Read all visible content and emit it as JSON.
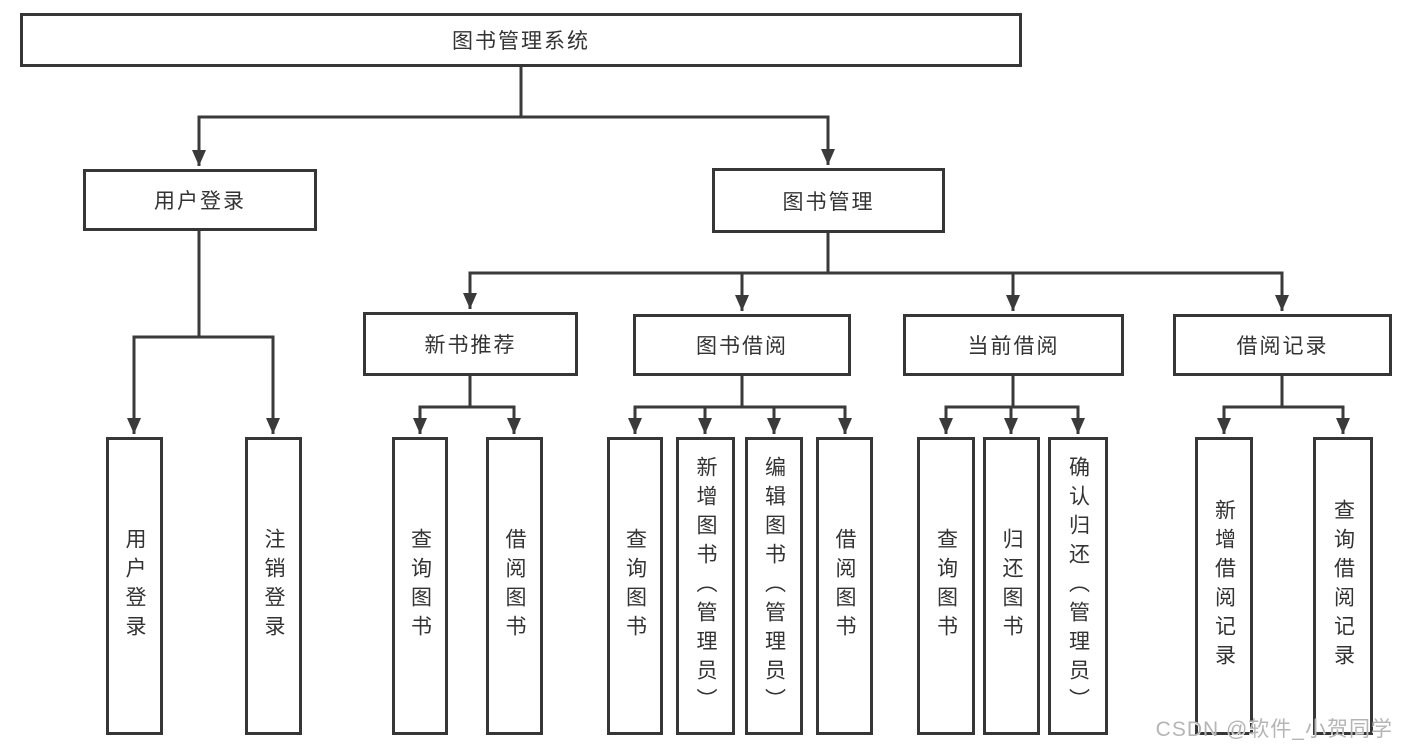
{
  "diagram": {
    "title": "图书管理系统",
    "nodes": {
      "root": {
        "label": "图书管理系统"
      },
      "user_login": {
        "label": "用户登录"
      },
      "book_mgmt": {
        "label": "图书管理"
      },
      "new_book_rec": {
        "label": "新书推荐"
      },
      "book_borrow": {
        "label": "图书借阅"
      },
      "current_borrow": {
        "label": "当前借阅"
      },
      "borrow_records": {
        "label": "借阅记录"
      },
      "leaf_user_login": {
        "label": "用户登录"
      },
      "leaf_logout": {
        "label": "注销登录"
      },
      "leaf_query_book_1": {
        "label": "查询图书"
      },
      "leaf_borrow_book_1": {
        "label": "借阅图书"
      },
      "leaf_query_book_2": {
        "label": "查询图书"
      },
      "leaf_add_book": {
        "label": "新增图书（管理员）"
      },
      "leaf_edit_book": {
        "label": "编辑图书（管理员）"
      },
      "leaf_borrow_book_2": {
        "label": "借阅图书"
      },
      "leaf_query_book_3": {
        "label": "查询图书"
      },
      "leaf_return_book": {
        "label": "归还图书"
      },
      "leaf_confirm_return": {
        "label": "确认归还（管理员）"
      },
      "leaf_add_borrow_record": {
        "label": "新增借阅记录"
      },
      "leaf_query_borrow_record": {
        "label": "查询借阅记录"
      }
    },
    "edges_note": "root→(用户登录,图书管理); 图书管理→(新书推荐,图书借阅,当前借阅,借阅记录); arrows point downward to children",
    "colors": {
      "line": "#3a3a3a",
      "box_border": "#363636",
      "text": "#333333",
      "background": "#ffffff",
      "watermark_text": "#b5b5b5"
    }
  },
  "watermark": {
    "text": "CSDN @软件_小贺同学"
  }
}
